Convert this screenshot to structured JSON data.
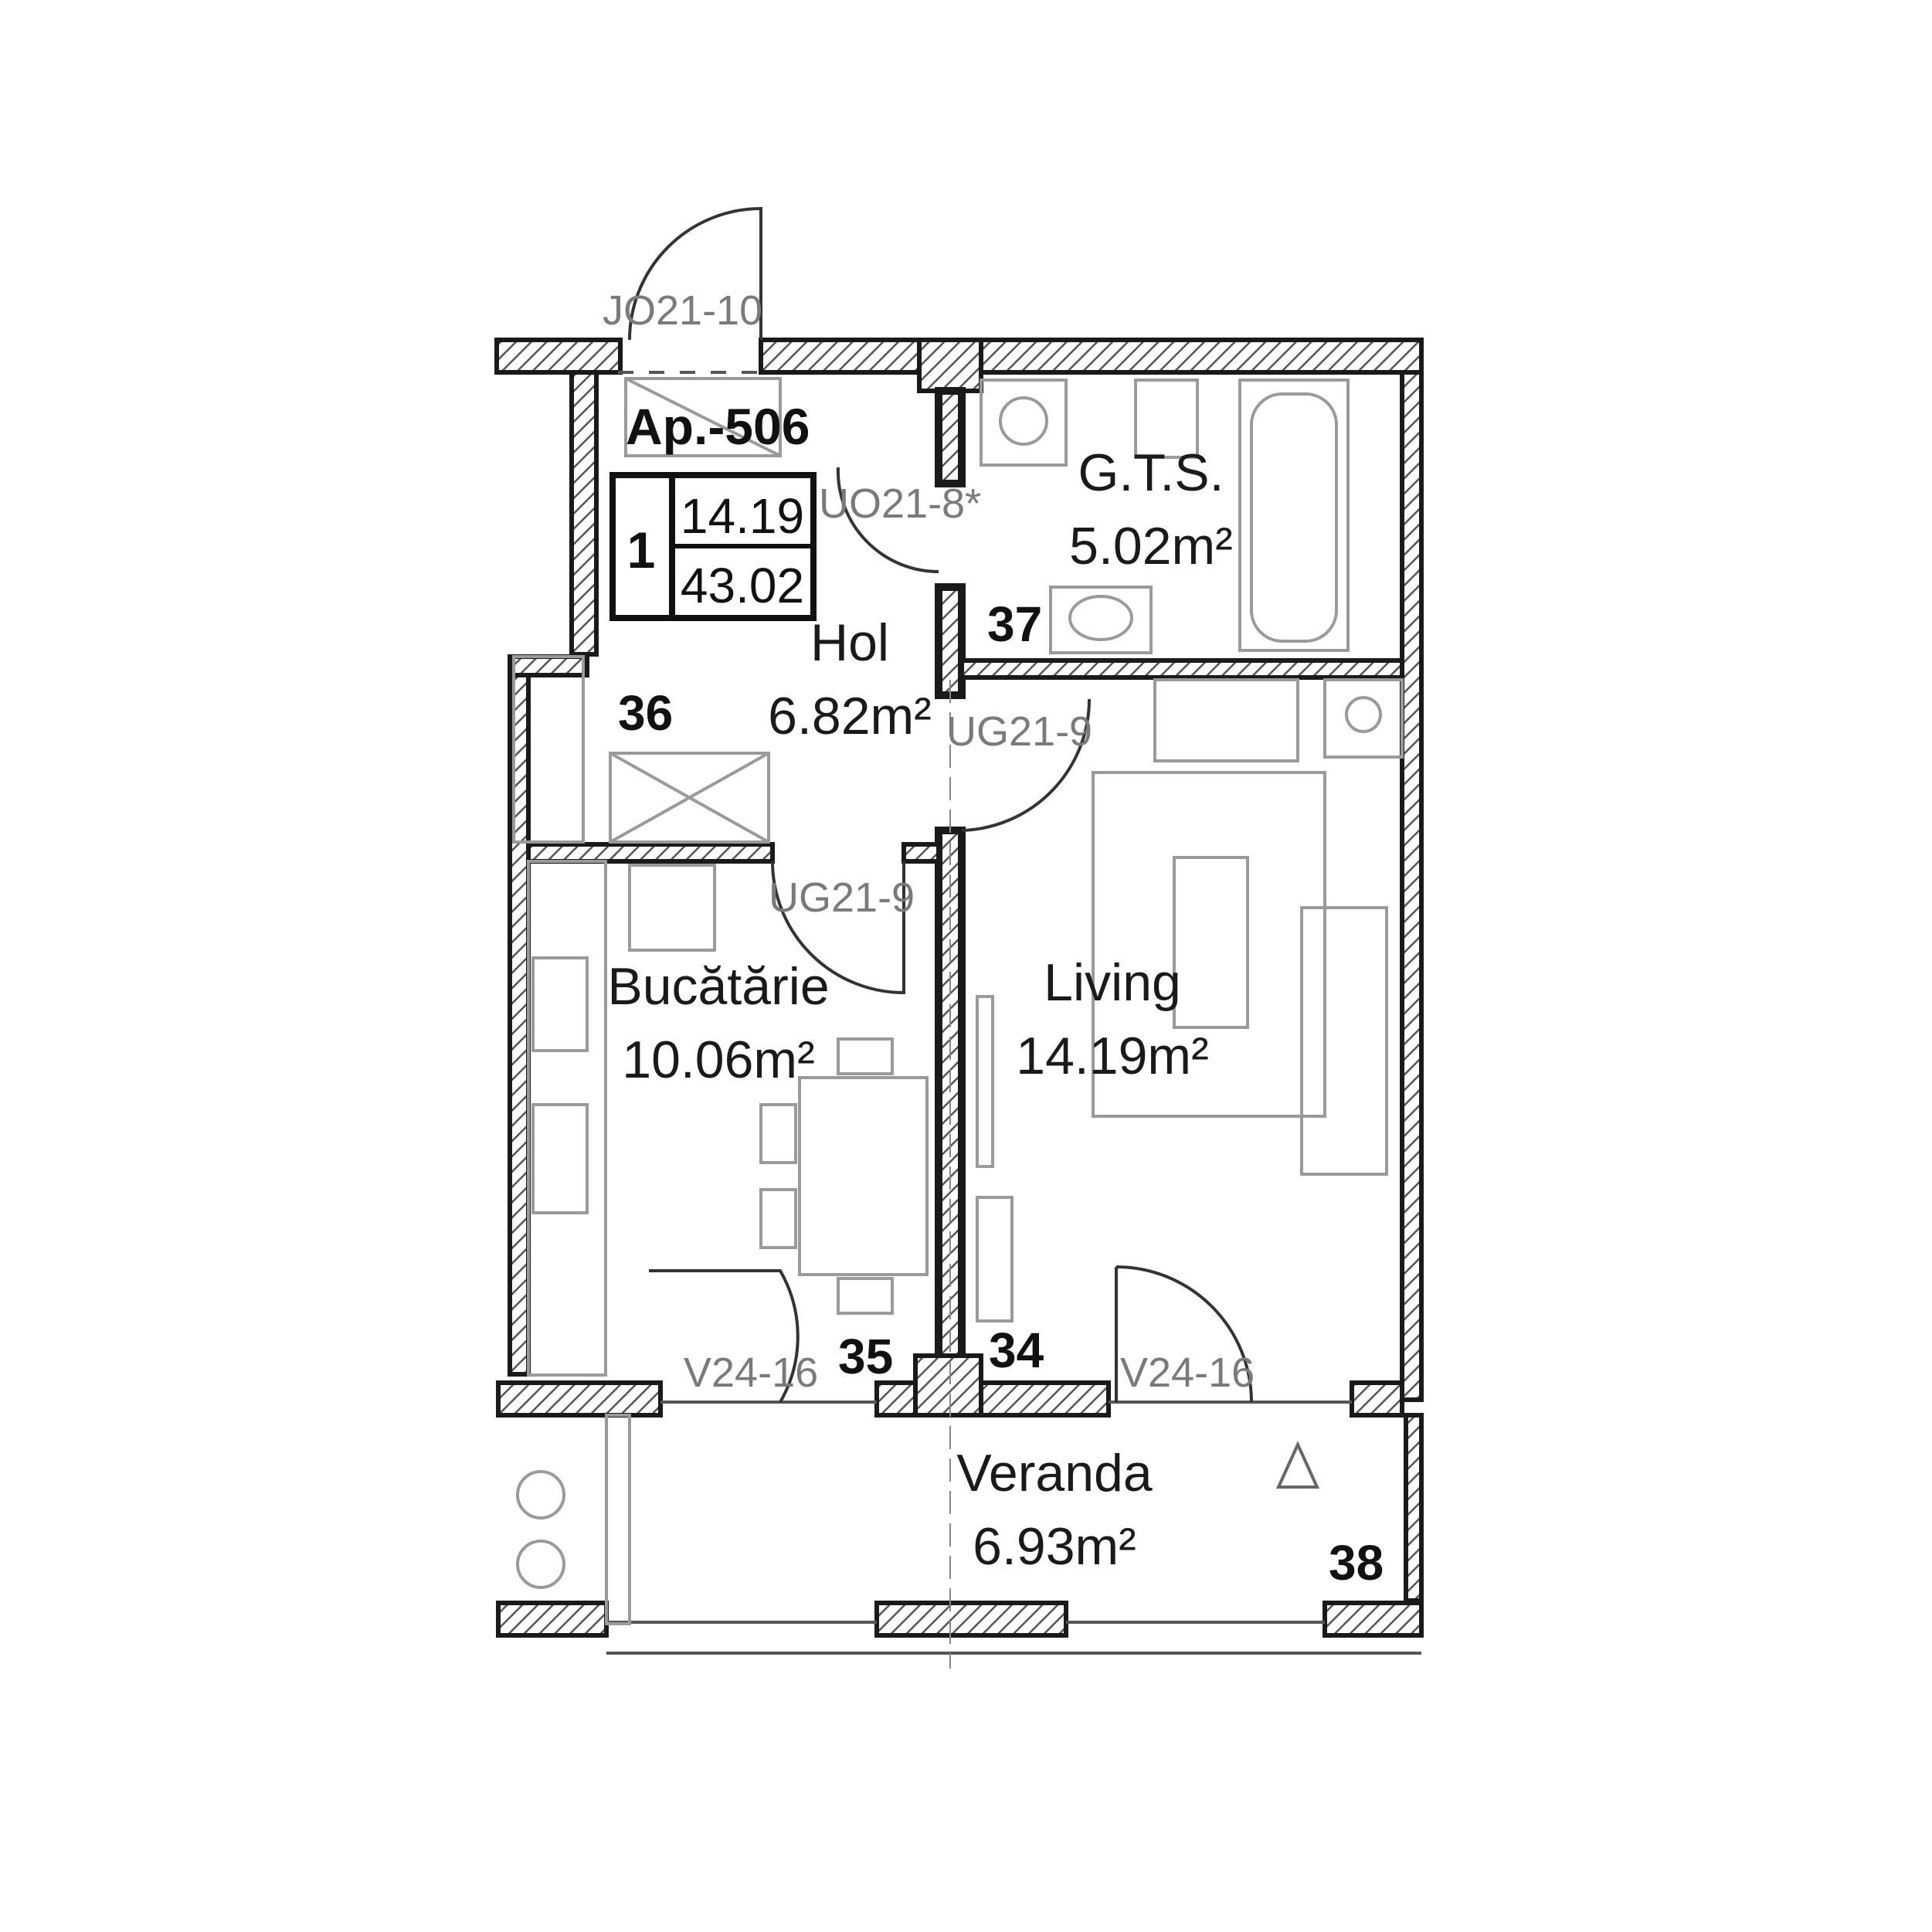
{
  "apartment": {
    "label": "Ap.-506",
    "rooms_count": "1",
    "living_area": "14.19",
    "total_area": "43.02"
  },
  "rooms": [
    {
      "name": "G.T.S.",
      "area": "5.02m²"
    },
    {
      "name": "Hol",
      "area": "6.82m²"
    },
    {
      "name": "Bucătărie",
      "area": "10.06m²"
    },
    {
      "name": "Living",
      "area": "14.19m²"
    },
    {
      "name": "Veranda",
      "area": "6.93m²"
    }
  ],
  "markers": [
    "36",
    "37",
    "35",
    "34",
    "38"
  ],
  "doors": [
    "JO21-10",
    "UO21-8*",
    "UG21-9",
    "UG21-9",
    "V24-16",
    "V24-16"
  ],
  "colors": {
    "wall": "#1a1a1a",
    "hatch": "#555555",
    "furniture": "#9a9a9a",
    "text": "#111111"
  }
}
